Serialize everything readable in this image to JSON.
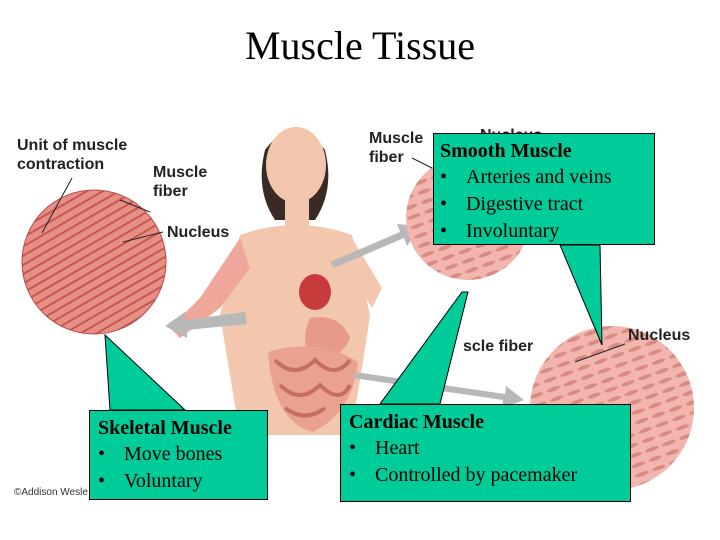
{
  "title": "Muscle Tissue",
  "figure_labels": {
    "unit_line1": "Unit of muscle",
    "unit_line2": "contraction",
    "muscle_fiber_left_1": "Muscle",
    "muscle_fiber_left_2": "fiber",
    "nucleus_left": "Nucleus",
    "muscle_fiber_top_1": "Muscle",
    "muscle_fiber_top_2": "fiber",
    "nucleus_top": "Nucleus",
    "muscle_fiber_mid": "scle fiber",
    "nucleus_right": "Nucleus",
    "copyright": "©Addison Wesle"
  },
  "callouts": {
    "smooth": {
      "heading": "Smooth Muscle",
      "items": [
        "Arteries and veins",
        "Digestive tract",
        "Involuntary"
      ]
    },
    "skeletal": {
      "heading": "Skeletal Muscle",
      "items": [
        "Move bones",
        "Voluntary"
      ]
    },
    "cardiac": {
      "heading": "Cardiac Muscle",
      "items": [
        "Heart",
        "Controlled by pacemaker"
      ]
    }
  },
  "colors": {
    "callout_fill": "#00cc99",
    "skeletal_tissue": "#e0837a",
    "skin": "#f3c7ae"
  }
}
